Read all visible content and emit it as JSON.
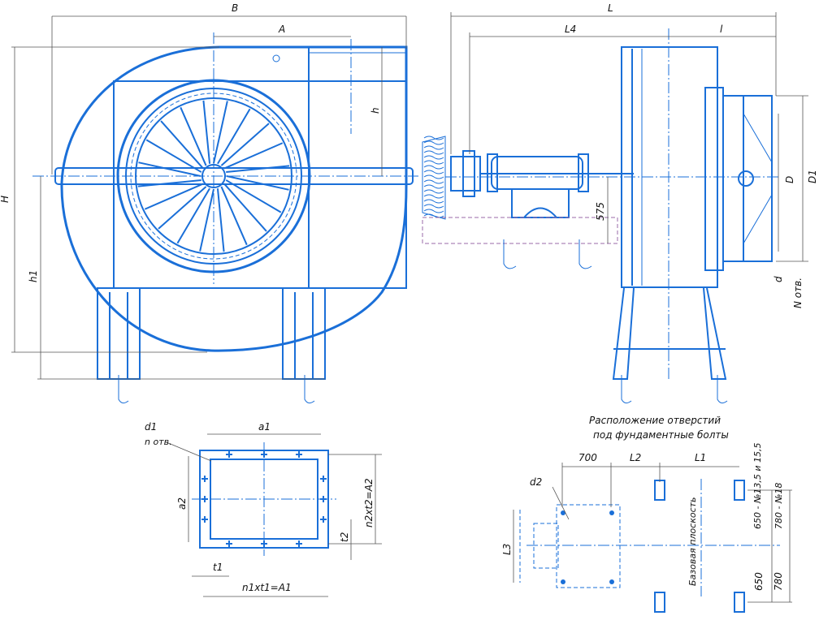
{
  "front_view": {
    "dim_B": "B",
    "dim_A": "A",
    "dim_H": "H",
    "dim_h": "h",
    "dim_h1": "h1"
  },
  "side_view": {
    "dim_L": "L",
    "dim_L4": "L4",
    "dim_l": "l",
    "dim_D": "D",
    "dim_D1": "D1",
    "dim_575": "575",
    "dim_d": "d",
    "dim_N": "N отв."
  },
  "flange_view": {
    "dim_d1": "d1",
    "dim_n": "n отв.",
    "dim_a1": "a1",
    "dim_a2": "a2",
    "dim_n2t2": "n2xt2=A2",
    "dim_t2": "t2",
    "dim_t1": "t1",
    "dim_n1t1": "n1xt1=A1"
  },
  "foundation_view": {
    "caption_line1": "Расположение отверстий",
    "caption_line2": "под фундаментные болты",
    "dim_700": "700",
    "dim_L2": "L2",
    "dim_L1": "L1",
    "dim_d2": "d2",
    "dim_L3": "L3",
    "base_plane": "Базовая плоскость",
    "note_1": "650 - №13,5 и 15,5",
    "note_2": "780 - №18",
    "dim_650": "650",
    "dim_780": "780"
  }
}
